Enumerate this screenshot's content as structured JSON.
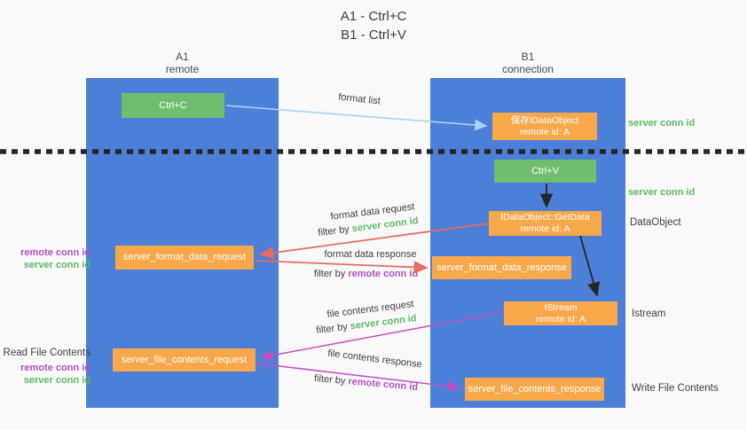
{
  "title": {
    "line1": "A1 - Ctrl+C",
    "line2": "B1 - Ctrl+V"
  },
  "columns": {
    "a": {
      "name": "A1",
      "subtitle": "remote"
    },
    "b": {
      "name": "B1",
      "subtitle": "connection"
    }
  },
  "nodes": {
    "ctrl_c": {
      "label": "Ctrl+C"
    },
    "save_dataobject": {
      "line1": "保存IDataObject",
      "line2": "remote id: A"
    },
    "ctrl_v": {
      "label": "Ctrl+V"
    },
    "getdata": {
      "line1": "IDataObject::GetData",
      "line2": "remote id: A"
    },
    "format_request": {
      "label": "server_format_data_request"
    },
    "format_response": {
      "label": "server_format_data_response"
    },
    "istream": {
      "line1": "IStream",
      "line2": "remote id: A"
    },
    "file_request": {
      "label": "server_file_contents_request"
    },
    "file_response": {
      "label": "server_file_contents_response"
    }
  },
  "side_labels": {
    "server_conn_id_top": "server conn id",
    "server_conn_id_mid": "server conn id",
    "dataobject": "DataObject",
    "istream": "Istream",
    "write_file_contents": "Write File Contents",
    "read_file_contents": "Read File Contents",
    "remote_conn_id_1": "remote conn id",
    "server_conn_id_1": "server conn id",
    "remote_conn_id_2": "remote conn id",
    "server_conn_id_2": "server conn id"
  },
  "arrow_labels": {
    "format_list": "format list",
    "format_data_request": "format data request",
    "filter_by_1": "filter by",
    "filter_value_1": "server conn id",
    "format_data_response": "format data response",
    "filter_by_2": "filter by",
    "filter_value_2": "remote conn id",
    "file_contents_request": "file contents request",
    "filter_by_3": "filter by",
    "filter_value_3": "server conn id",
    "file_contents_response": "file contents response",
    "filter_by_4": "filter by",
    "filter_value_4": "remote conn id"
  },
  "colors": {
    "column_blue": "#4C7FD7",
    "node_orange": "#F8A84B",
    "node_green": "#6FBE70",
    "green_text": "#5BBB63",
    "purple_text": "#B04EC3",
    "red_arrow": "#E96B60",
    "magenta_arrow": "#C44EC0",
    "blue_arrow": "#A8D4F2",
    "black_arrow": "#262626"
  }
}
